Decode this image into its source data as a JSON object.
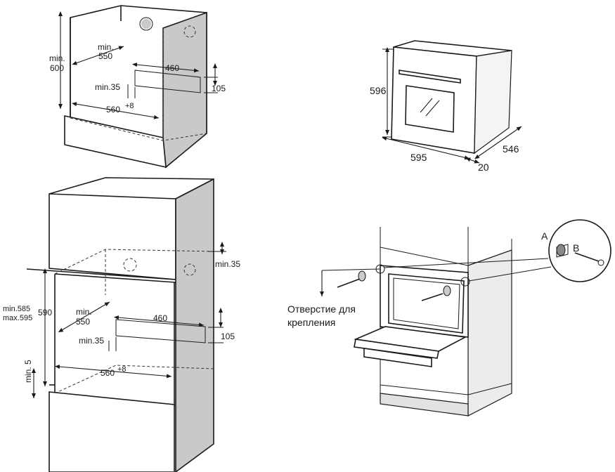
{
  "top_cabinet": {
    "min_label": "min.",
    "depth_value": "550",
    "height_label": "min.",
    "height_value": "600",
    "slot_width": "460",
    "slot_height": "105",
    "min_gap": "min.35",
    "inner_width": "560",
    "inner_width_tol": "+8"
  },
  "oven": {
    "height": "596",
    "width": "595",
    "depth": "546",
    "front": "20"
  },
  "tall_cabinet": {
    "top_gap": "min.35",
    "height_range_min": "min.585",
    "height_range_max": "max.595",
    "height_value": "590",
    "depth_label": "min.",
    "depth_value": "550",
    "slot_width": "460",
    "slot_height": "105",
    "min_gap": "min.35",
    "inner_width": "560",
    "inner_width_tol": "+8",
    "bottom_gap": "min. 5"
  },
  "installation": {
    "label_a": "A",
    "label_b": "B",
    "hole_line1": "Отверстие для",
    "hole_line2": "крепления"
  }
}
